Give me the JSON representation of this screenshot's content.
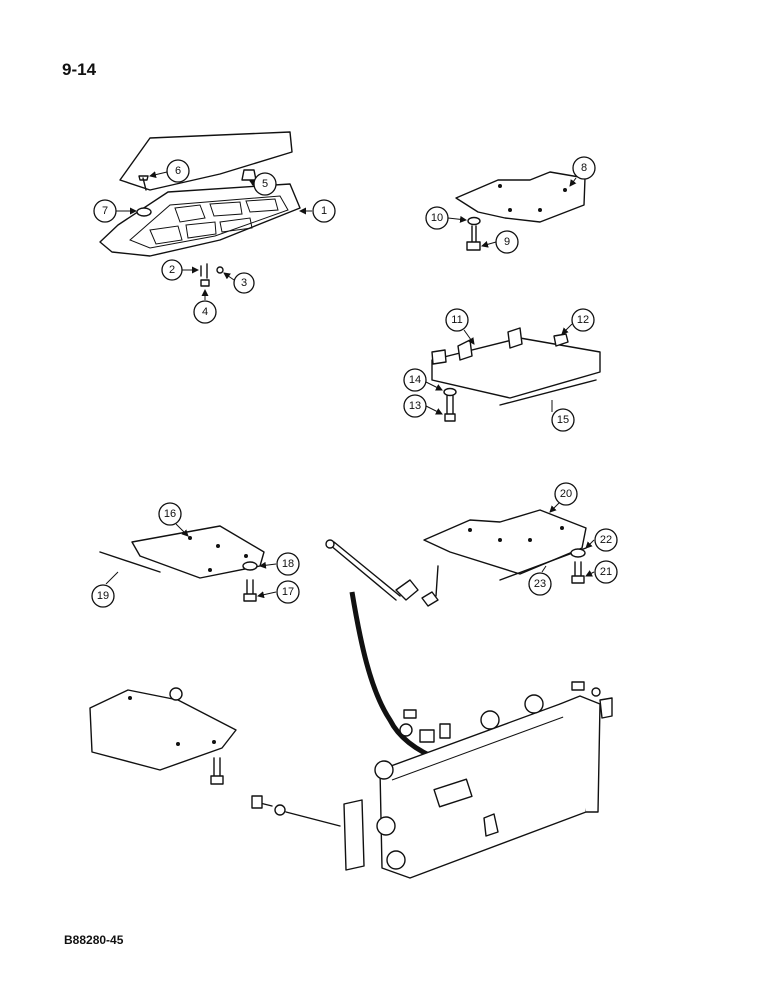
{
  "page": {
    "number": "9-14",
    "figure_code": "B88280-45"
  },
  "callouts": [
    "1",
    "2",
    "3",
    "4",
    "5",
    "6",
    "7",
    "8",
    "9",
    "10",
    "11",
    "12",
    "13",
    "14",
    "15",
    "16",
    "17",
    "18",
    "19",
    "20",
    "21",
    "22",
    "23"
  ]
}
